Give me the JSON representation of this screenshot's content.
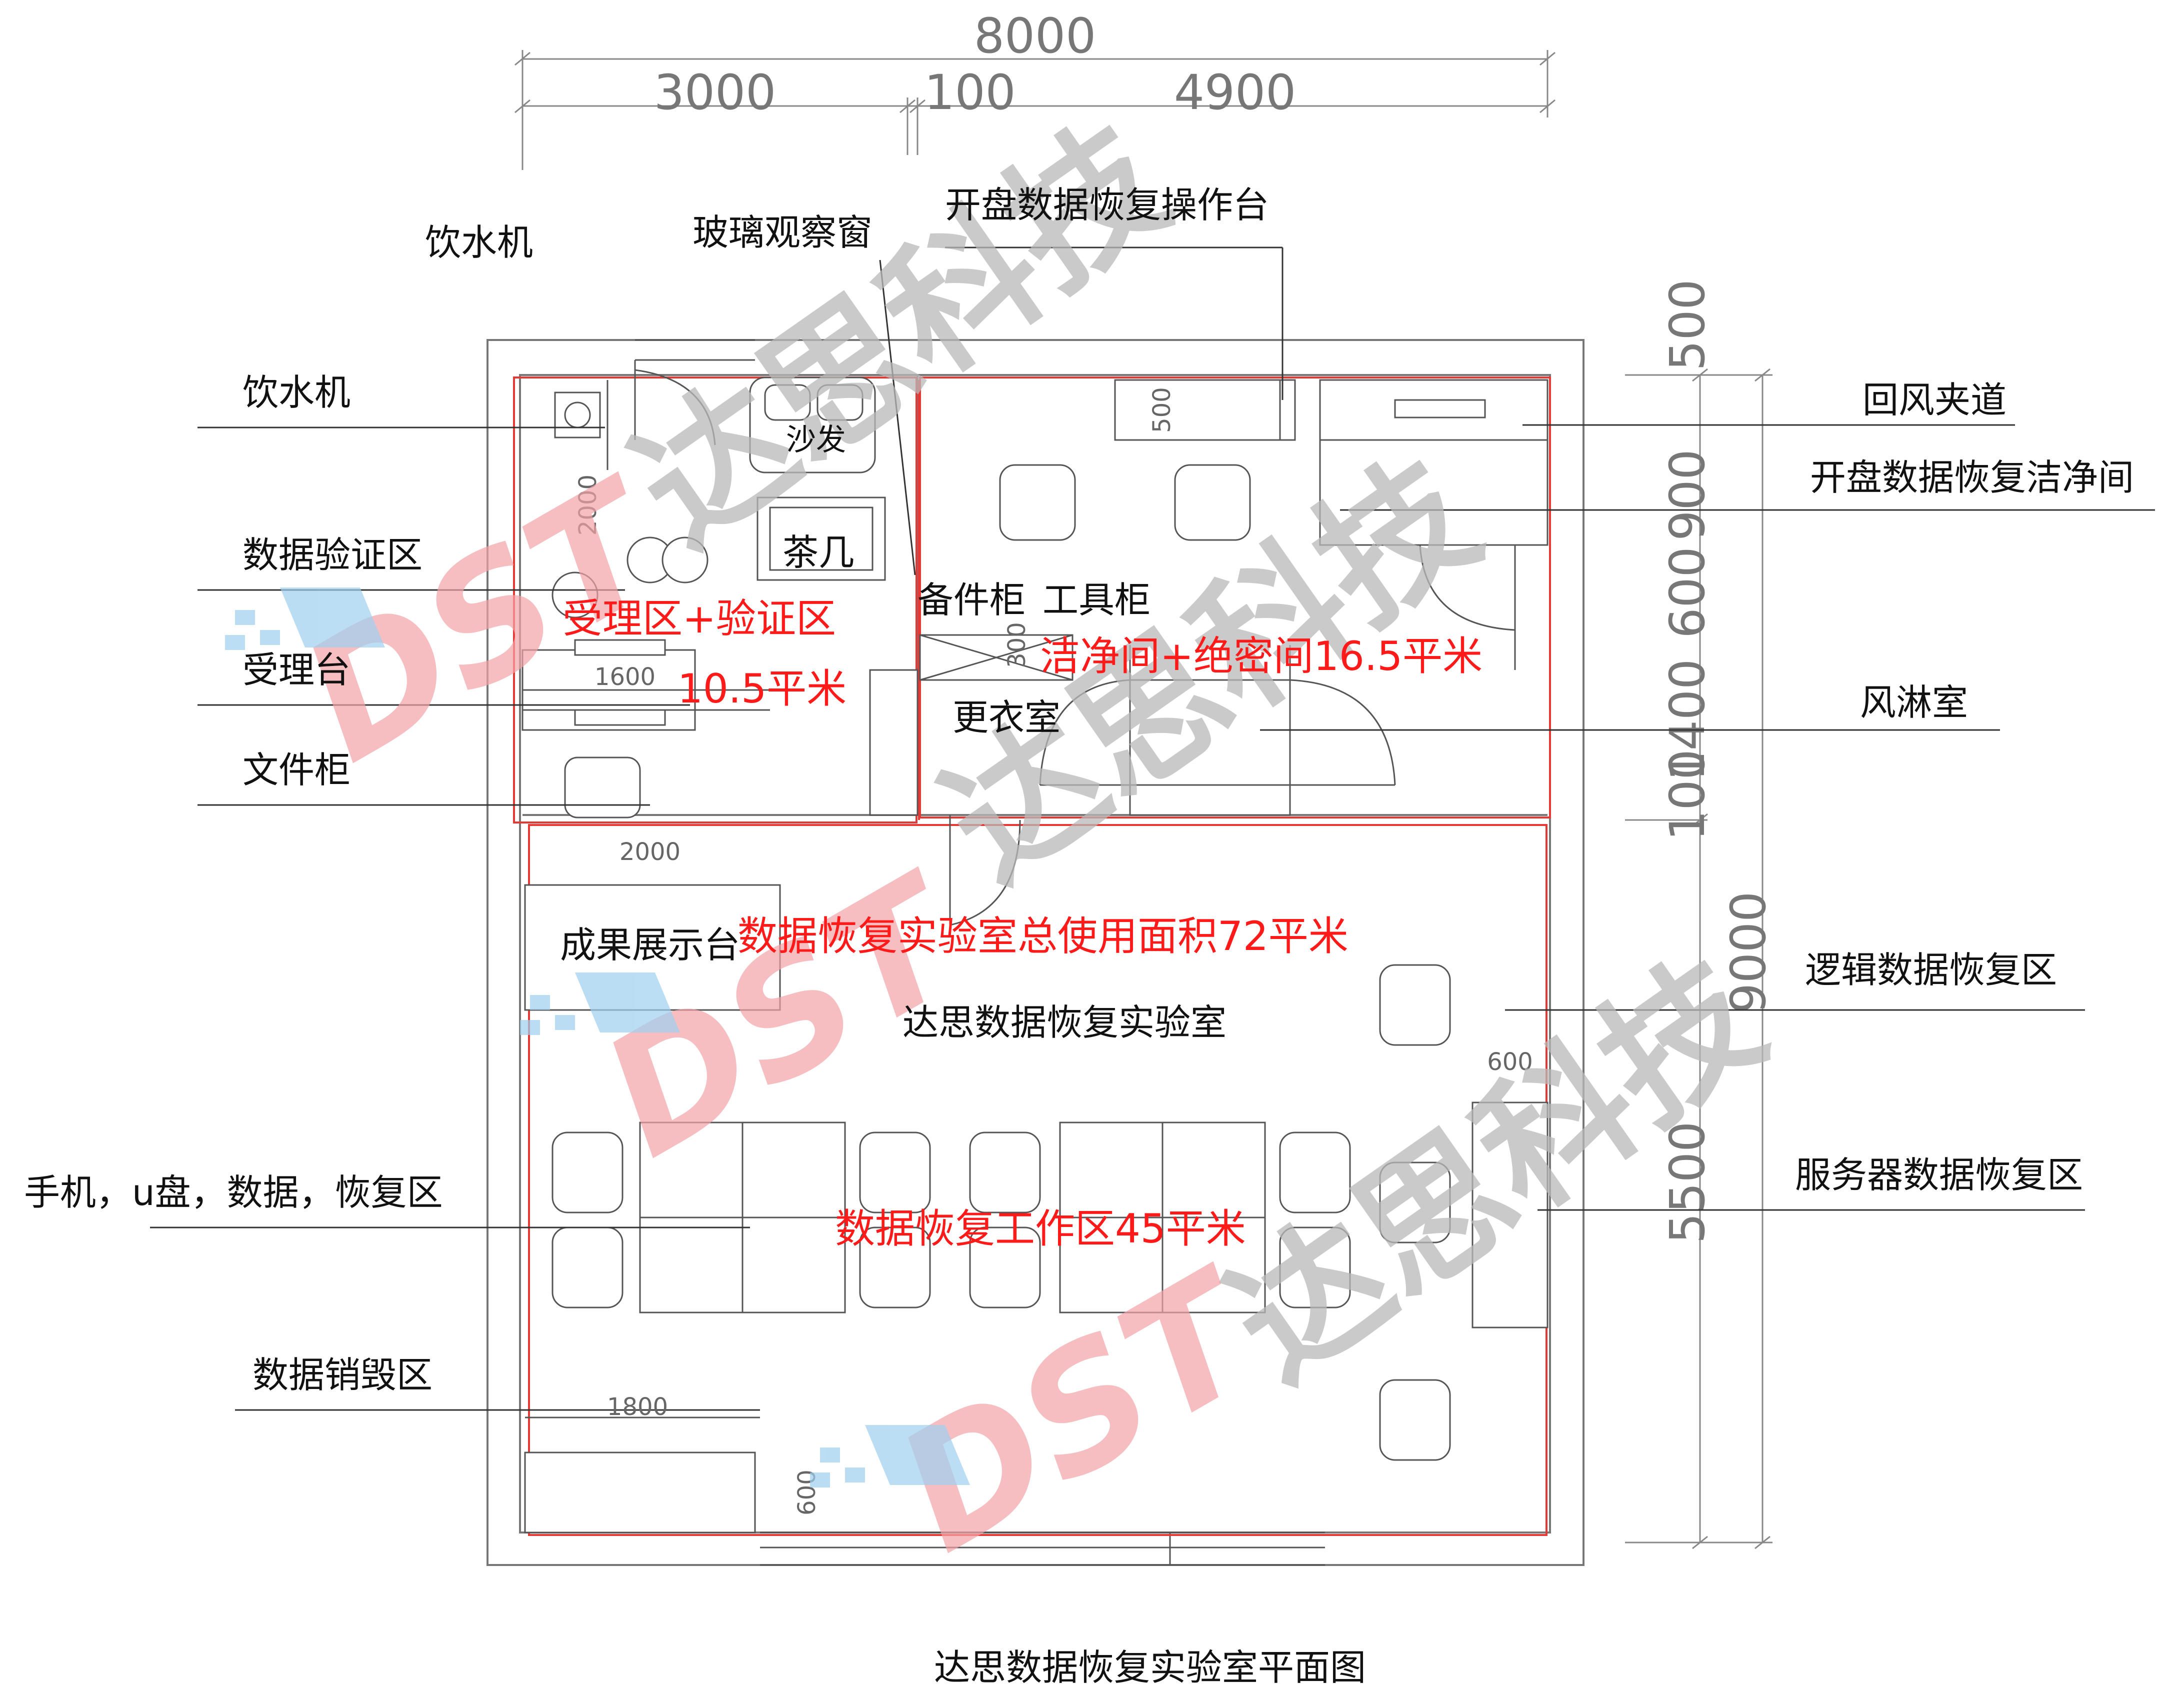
{
  "title": "达思数据恢复实验室平面图",
  "dimensions": {
    "top_total": "8000",
    "top_parts": [
      "3000",
      "100",
      "4900"
    ],
    "right_total": "9000",
    "right_parts": [
      "500",
      "900",
      "600",
      "1400",
      "100",
      "5500"
    ],
    "inner": {
      "d2000_vertical": "2000",
      "d1600": "1600",
      "d500": "500",
      "d300": "300",
      "d2000_horizontal": "2000",
      "d600_right": "600",
      "d1800": "1800",
      "d600_bottom": "600"
    }
  },
  "left_labels": {
    "water_dispenser_top": "饮水机",
    "water_dispenser": "饮水机",
    "verification_area": "数据验证区",
    "reception_desk": "受理台",
    "file_cabinet": "文件柜",
    "mobile_recovery": "手机，u盘，数据，恢复区",
    "destruction_area": "数据销毁区"
  },
  "top_labels": {
    "glass_window": "玻璃观察窗",
    "workbench": "开盘数据恢复操作台"
  },
  "right_labels": {
    "return_air": "回风夹道",
    "clean_room": "开盘数据恢复洁净间",
    "air_shower": "风淋室",
    "logical_recovery": "逻辑数据恢复区",
    "server_recovery": "服务器数据恢复区"
  },
  "room_labels": {
    "sofa": "沙发",
    "tea_table": "茶几",
    "spare_cabinet": "备件柜",
    "tool_cabinet": "工具柜",
    "changing_room": "更衣室",
    "showcase": "成果展示台",
    "lab_name": "达思数据恢复实验室"
  },
  "area_labels": {
    "reception_area": "受理区+验证区",
    "reception_size": "10.5平米",
    "clean_area": "洁净间+绝密间16.5平米",
    "total_area": "数据恢复实验室总使用面积72平米",
    "work_area": "数据恢复工作区45平米"
  },
  "watermark": {
    "brand_letters": "DST",
    "brand_cn": "达思科技"
  },
  "colors": {
    "area_text": "#ff1a1a",
    "area_outline": "#e53935",
    "watermark_gray": "#b9b9b9",
    "watermark_red": "#f4a3a8",
    "watermark_blue": "#aeb8e8"
  }
}
